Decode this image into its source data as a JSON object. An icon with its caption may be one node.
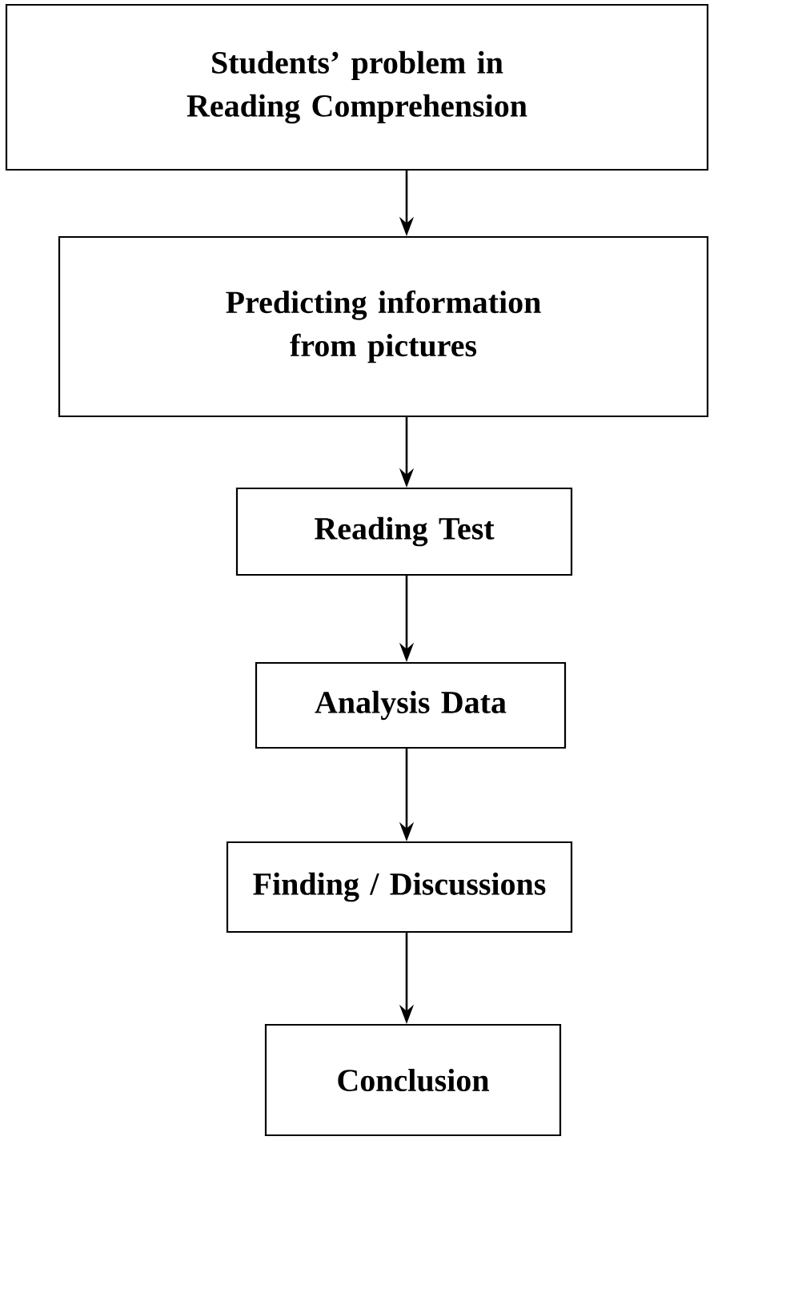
{
  "diagram": {
    "nodes": [
      {
        "text": [
          "Students’ problem in Reading Comprehension"
        ]
      },
      {
        "text": [
          "Predicting information from pictures"
        ]
      },
      {
        "text": [
          "Reading Test"
        ]
      },
      {
        "text": [
          "Analysis Data"
        ]
      },
      {
        "text": [
          "Finding / Discussions"
        ]
      },
      {
        "text": [
          "Conclusion"
        ]
      }
    ],
    "edges": [
      {
        "from": 0,
        "to": 1,
        "arrow": "to"
      },
      {
        "from": 1,
        "to": 2,
        "arrow": "to"
      },
      {
        "from": 2,
        "to": 3,
        "arrow": "to"
      },
      {
        "from": 3,
        "to": 4,
        "arrow": "to"
      },
      {
        "from": 4,
        "to": 5,
        "arrow": "to"
      }
    ]
  }
}
